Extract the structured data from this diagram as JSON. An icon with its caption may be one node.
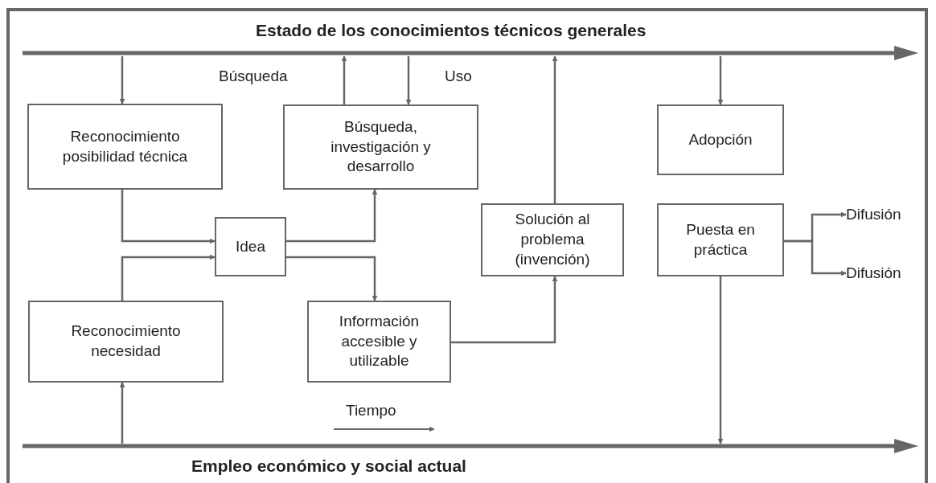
{
  "diagram": {
    "nodes": [
      {
        "text": [
          "Estado de los conocimientos técnicos generales"
        ]
      },
      {
        "text": [
          "Empleo económico y social actual"
        ]
      },
      {
        "text": [
          "Reconocimiento posibilidad técnica"
        ]
      },
      {
        "text": [
          "Búsqueda, investigación y desarrollo"
        ]
      },
      {
        "text": [
          "Adopción"
        ]
      },
      {
        "text": [
          "Idea"
        ]
      },
      {
        "text": [
          "Solución al problema (invención)"
        ]
      },
      {
        "text": [
          "Puesta en práctica"
        ]
      },
      {
        "text": [
          "Difusión"
        ]
      },
      {
        "text": [
          "Difusión"
        ]
      },
      {
        "text": [
          "Reconocimiento necesidad"
        ]
      },
      {
        "text": [
          "Información accesible y utilizable"
        ]
      }
    ],
    "edges": [
      {
        "from": 0,
        "to": 2,
        "arrow": "to"
      },
      {
        "from": 3,
        "to": 0,
        "arrow": "to",
        "label": "Búsqueda"
      },
      {
        "from": 0,
        "to": 3,
        "arrow": "to",
        "label": "Uso"
      },
      {
        "from": 6,
        "to": 0,
        "arrow": "to"
      },
      {
        "from": 0,
        "to": 4,
        "arrow": "to"
      },
      {
        "from": 2,
        "to": 5,
        "arrow": "to"
      },
      {
        "from": 10,
        "to": 5,
        "arrow": "to"
      },
      {
        "from": 5,
        "to": 3,
        "arrow": "to"
      },
      {
        "from": 5,
        "to": 11,
        "arrow": "to"
      },
      {
        "from": 11,
        "to": 6,
        "arrow": "to"
      },
      {
        "from": 7,
        "to": 8,
        "arrow": "to"
      },
      {
        "from": 7,
        "to": 9,
        "arrow": "to"
      },
      {
        "from": 1,
        "to": 10,
        "arrow": "to"
      },
      {
        "from": 7,
        "to": 1,
        "arrow": "to"
      }
    ],
    "labels": [
      "Tiempo"
    ]
  }
}
